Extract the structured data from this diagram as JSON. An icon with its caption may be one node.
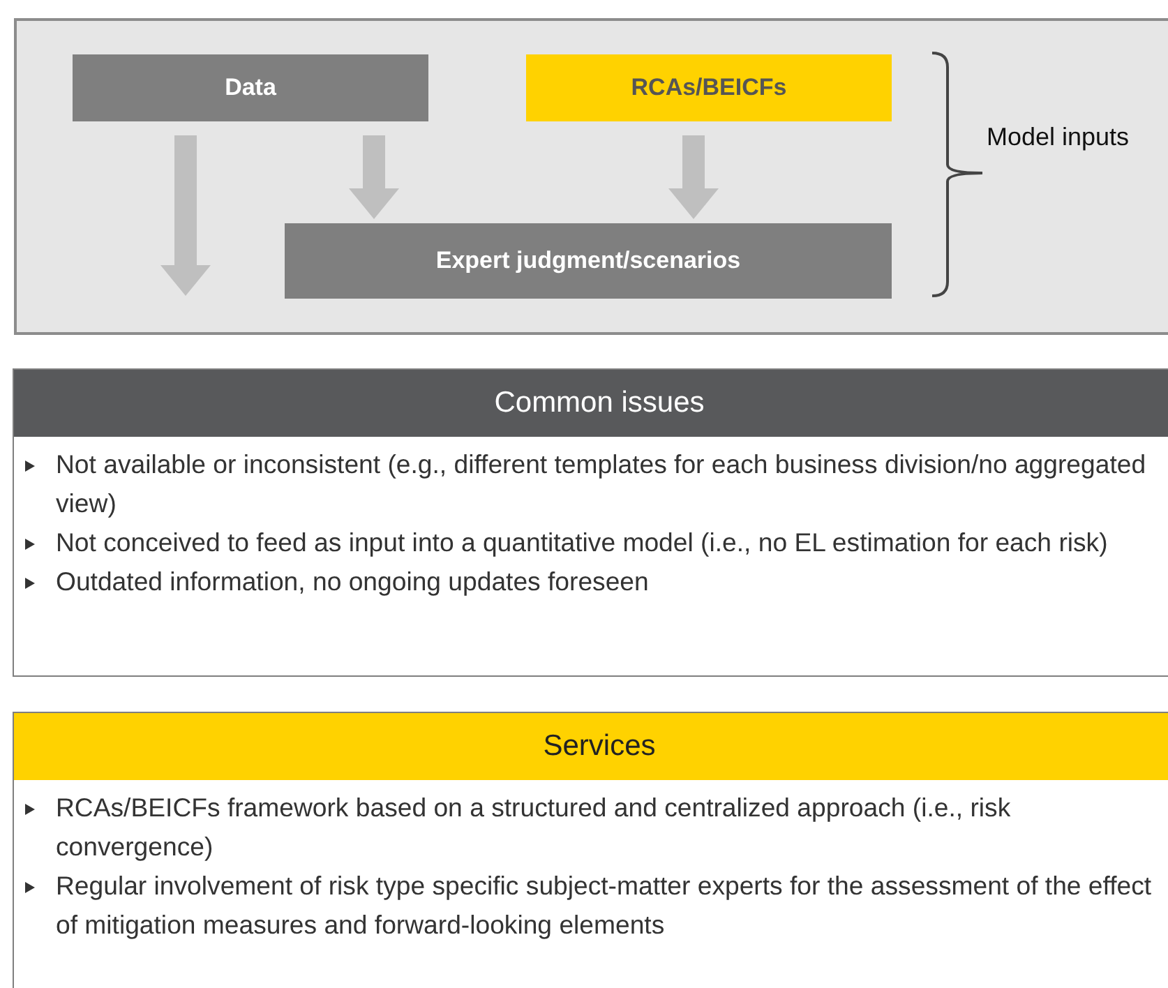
{
  "diagram": {
    "nodes": [
      {
        "text": [],
        "shape": "box"
      },
      {
        "text": [
          "Data"
        ],
        "in": 0
      },
      {
        "text": [
          "RCAs/BEICFs"
        ],
        "in": 0
      },
      {
        "text": [
          "Expert judgment/scenarios"
        ],
        "in": 0
      },
      {
        "text": [
          "Common issues",
          "Not available or inconsistent (e.g., different templates for each business division/no aggregated view)",
          "Not conceived to feed as input into a quantitative model (i.e., no EL estimation for each risk)",
          "Outdated information, no ongoing updates foreseen"
        ]
      },
      {
        "text": [
          "Services",
          "RCAs/BEICFs framework based on a structured and centralized approach (i.e., risk convergence)",
          "Regular involvement of risk type specific subject-matter experts for the assessment of the effect of mitigation measures and forward-looking elements"
        ]
      }
    ],
    "edges": [
      {
        "from": 1,
        "to": null,
        "arrow": "to"
      },
      {
        "from": 1,
        "to": 3,
        "arrow": "to"
      },
      {
        "from": 2,
        "to": 3,
        "arrow": "to"
      }
    ],
    "labels": [
      "Model inputs"
    ]
  }
}
